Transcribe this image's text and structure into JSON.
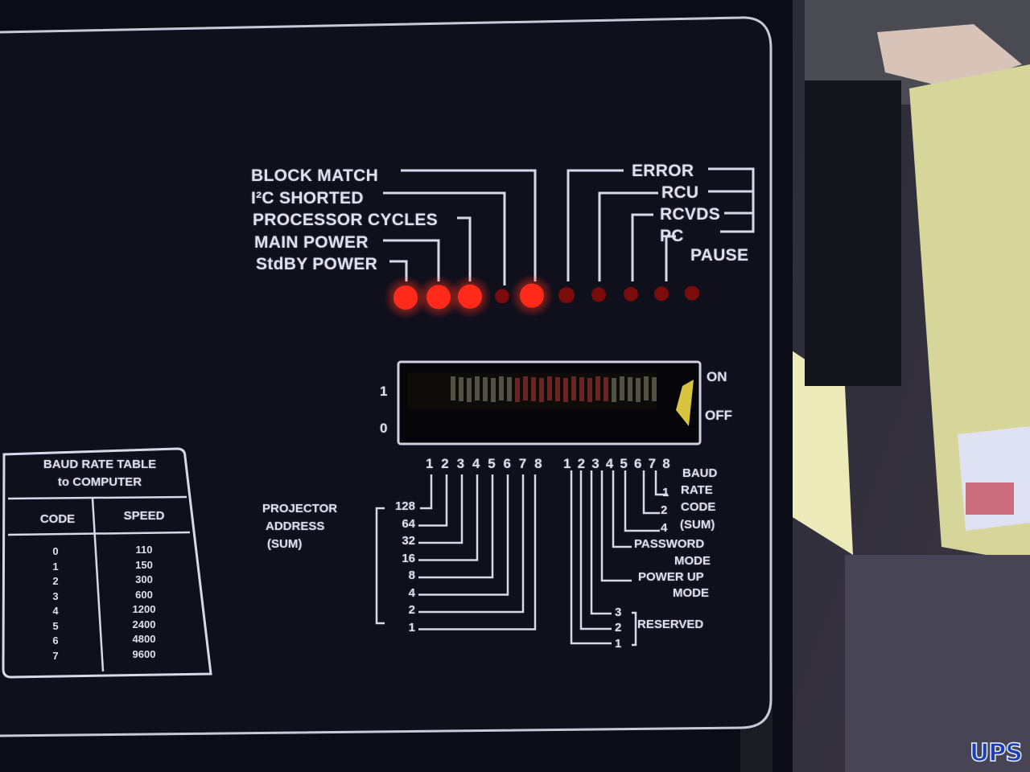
{
  "leds": {
    "left_labels": [
      "BLOCK MATCH",
      "I²C SHORTED",
      "PROCESSOR CYCLES",
      "MAIN POWER",
      "StdBY POWER"
    ],
    "right_labels": [
      "ERROR",
      "RCU",
      "RCVDS",
      "PC",
      "PAUSE"
    ],
    "states": [
      true,
      true,
      true,
      false,
      true,
      false,
      false,
      false,
      false,
      false
    ],
    "color_on": "#ff2a1a",
    "color_off": "#7a0c0c"
  },
  "dip_switch": {
    "label_on": "ON",
    "label_off": "OFF",
    "label_1": "1",
    "label_0": "0",
    "numbers_left": [
      "1",
      "2",
      "3",
      "4",
      "5",
      "6",
      "7",
      "8"
    ],
    "numbers_right": [
      "1",
      "2",
      "3",
      "4",
      "5",
      "6",
      "7",
      "8"
    ]
  },
  "projector_address": {
    "label_line1": "PROJECTOR",
    "label_line2": "ADDRESS",
    "label_line3": "(SUM)",
    "values": [
      "128",
      "64",
      "32",
      "16",
      "8",
      "4",
      "2",
      "1"
    ]
  },
  "right_bank": {
    "baud_line1": "BAUD",
    "baud_line2": "RATE",
    "baud_line3": "CODE",
    "baud_line4": "(SUM)",
    "baud_values": [
      "1",
      "2",
      "4"
    ],
    "password_line1": "PASSWORD",
    "password_line2": "MODE",
    "powerup_line1": "POWER UP",
    "powerup_line2": "MODE",
    "reserved_label": "RESERVED",
    "reserved_values": [
      "3",
      "2",
      "1"
    ]
  },
  "baud_table": {
    "title_line1": "BAUD RATE TABLE",
    "title_line2": "to COMPUTER",
    "header_code": "CODE",
    "header_speed": "SPEED",
    "codes": [
      "0",
      "1",
      "2",
      "3",
      "4",
      "5",
      "6",
      "7"
    ],
    "speeds": [
      "110",
      "150",
      "300",
      "600",
      "1200",
      "2400",
      "4800",
      "9600"
    ]
  },
  "logo": {
    "text": "UPS"
  }
}
